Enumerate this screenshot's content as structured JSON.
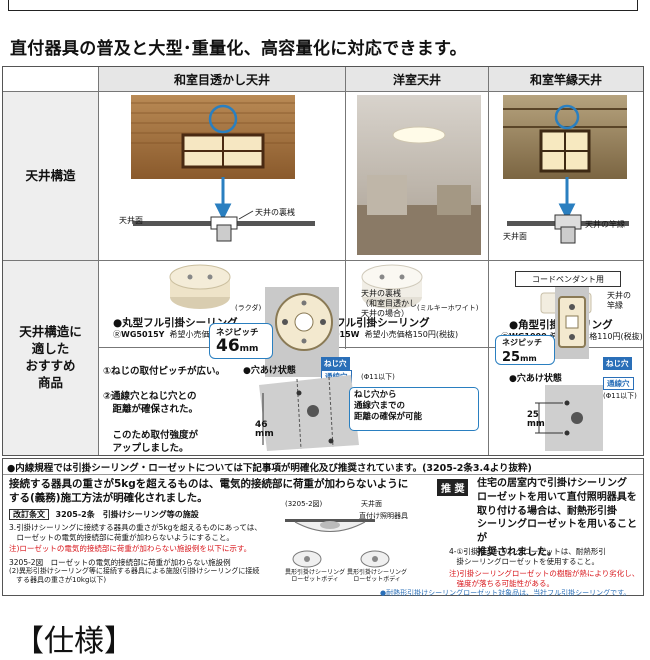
{
  "headline": "直付器具の普及と大型･重量化、高容量化に対応できます。",
  "columns": [
    "和室目透かし天井",
    "洋室天井",
    "和室竿縁天井"
  ],
  "row1_label": "天井構造",
  "row2_label": "天井構造に\n適した\nおすすめ\n商品",
  "col1_ceiling": {
    "back": "天井の裏桟",
    "surface": "天井面"
  },
  "col3_ceiling": {
    "back": "天井の竿縁",
    "surface": "天井面"
  },
  "products": [
    {
      "color": "(ラクダ)",
      "name": "●丸型フル引掛シーリング",
      "model": "WG5015Y",
      "price": "希望小売価格150円(税抜)"
    },
    {
      "color": "(ミルキーホワイト)",
      "name": "●丸型フル引掛シーリング",
      "model": "WG5015W",
      "price": "希望小売価格150円(税抜)"
    },
    {
      "color": "",
      "name": "●角型引掛シーリング",
      "model": "WG1000",
      "price": "希望小売価格110円(税抜)",
      "badge": "コードペンダント用"
    }
  ],
  "eco_mark": "Ⓡ",
  "features": [
    "①ねじの取付ピッチが広い。",
    "②通線穴とねじ穴との\n　距離が確保された。",
    "　このため取付強度が\n　アップしました。"
  ],
  "round_diagram": {
    "callout": "天井の裏桟\n（和室目透かし\n天井の場合）",
    "pitch_label": "ネジピッチ",
    "pitch_value": "46",
    "pitch_unit": "mm",
    "hole_state": "●穴あけ状態",
    "screw_hole": "ねじ穴",
    "wire_hole": "通線穴",
    "diameter": "(Φ11以下)",
    "dim": "46",
    "dim_unit": "mm",
    "distance_note": "ねじ穴から\n通線穴までの\n距離の確保が可能"
  },
  "square_diagram": {
    "callout": "天井の\n竿縁",
    "pitch_label": "ネジピッチ",
    "pitch_value": "25",
    "pitch_unit": "mm",
    "hole_state": "●穴あけ状態",
    "screw_hole": "ねじ穴",
    "wire_hole": "通線穴",
    "diameter": "(Φ11以下)",
    "dim": "25",
    "dim_unit": "mm"
  },
  "regulation": {
    "header": "●内線規程では引掛シーリング・ローゼットについては下記事項が明確化及び推奨されています。(3205-2条3.4より抜粋)",
    "body": "接続する器具の重さが5kgを超えるものは、電気的接続部に荷重が加わらないように\nする(義務)施工方法が明確化されました。",
    "article_tag": "改訂条文",
    "article_title": "3205-2条　引掛けシーリング等の施設",
    "article_text": "3.引掛けシーリングに接続する器具の重さが5kgを超えるものにあっては、\n　ローゼットの電気的接続部に荷重が加わらないようにすること。",
    "article_note": "注)ローゼットの電気的接続部に荷重が加わらない施設例を以下に示す。",
    "figure_caption": "3205-2図　ローゼットの電気的接続部に荷重が加わらない施設例",
    "figure_sub": "(2)異形引掛けシーリング等に接続する器具による施設(引掛けシーリングに接続\n　する器具の重さが10kg以下)",
    "fig_label": "(3205-2図)",
    "fig_ceiling": "天井面",
    "fig_fixture": "直付け照明器具",
    "fig_body1": "異形引掛けシーリング\nローゼットボディ",
    "fig_body2": "異形引掛けシーリング\nローゼットボディ",
    "rec_tag": "推 奨",
    "rec_text": "住宅の居室内で引掛けシーリング\nローゼットを用いて直付照明器具を\n取り付ける場合は、耐熱形引掛\nシーリングローゼットを用いることが\n推奨されました。",
    "rec_note": "4-①引掛けシーリングローゼットは、耐熱形引\n　掛シーリングローゼットを使用すること。",
    "rec_red": "注)引掛シーリングローゼットの樹脂が熱により劣化し、\n　強度が落ちる可能性がある。",
    "footnote": "●耐熱形引掛けシーリングローゼット対象品は、当社フル引掛シーリングです。"
  },
  "spec_title": "【仕様】",
  "colors": {
    "accent": "#2a6fb8",
    "red": "#d8161b",
    "header_bg": "#e6e6e6"
  }
}
